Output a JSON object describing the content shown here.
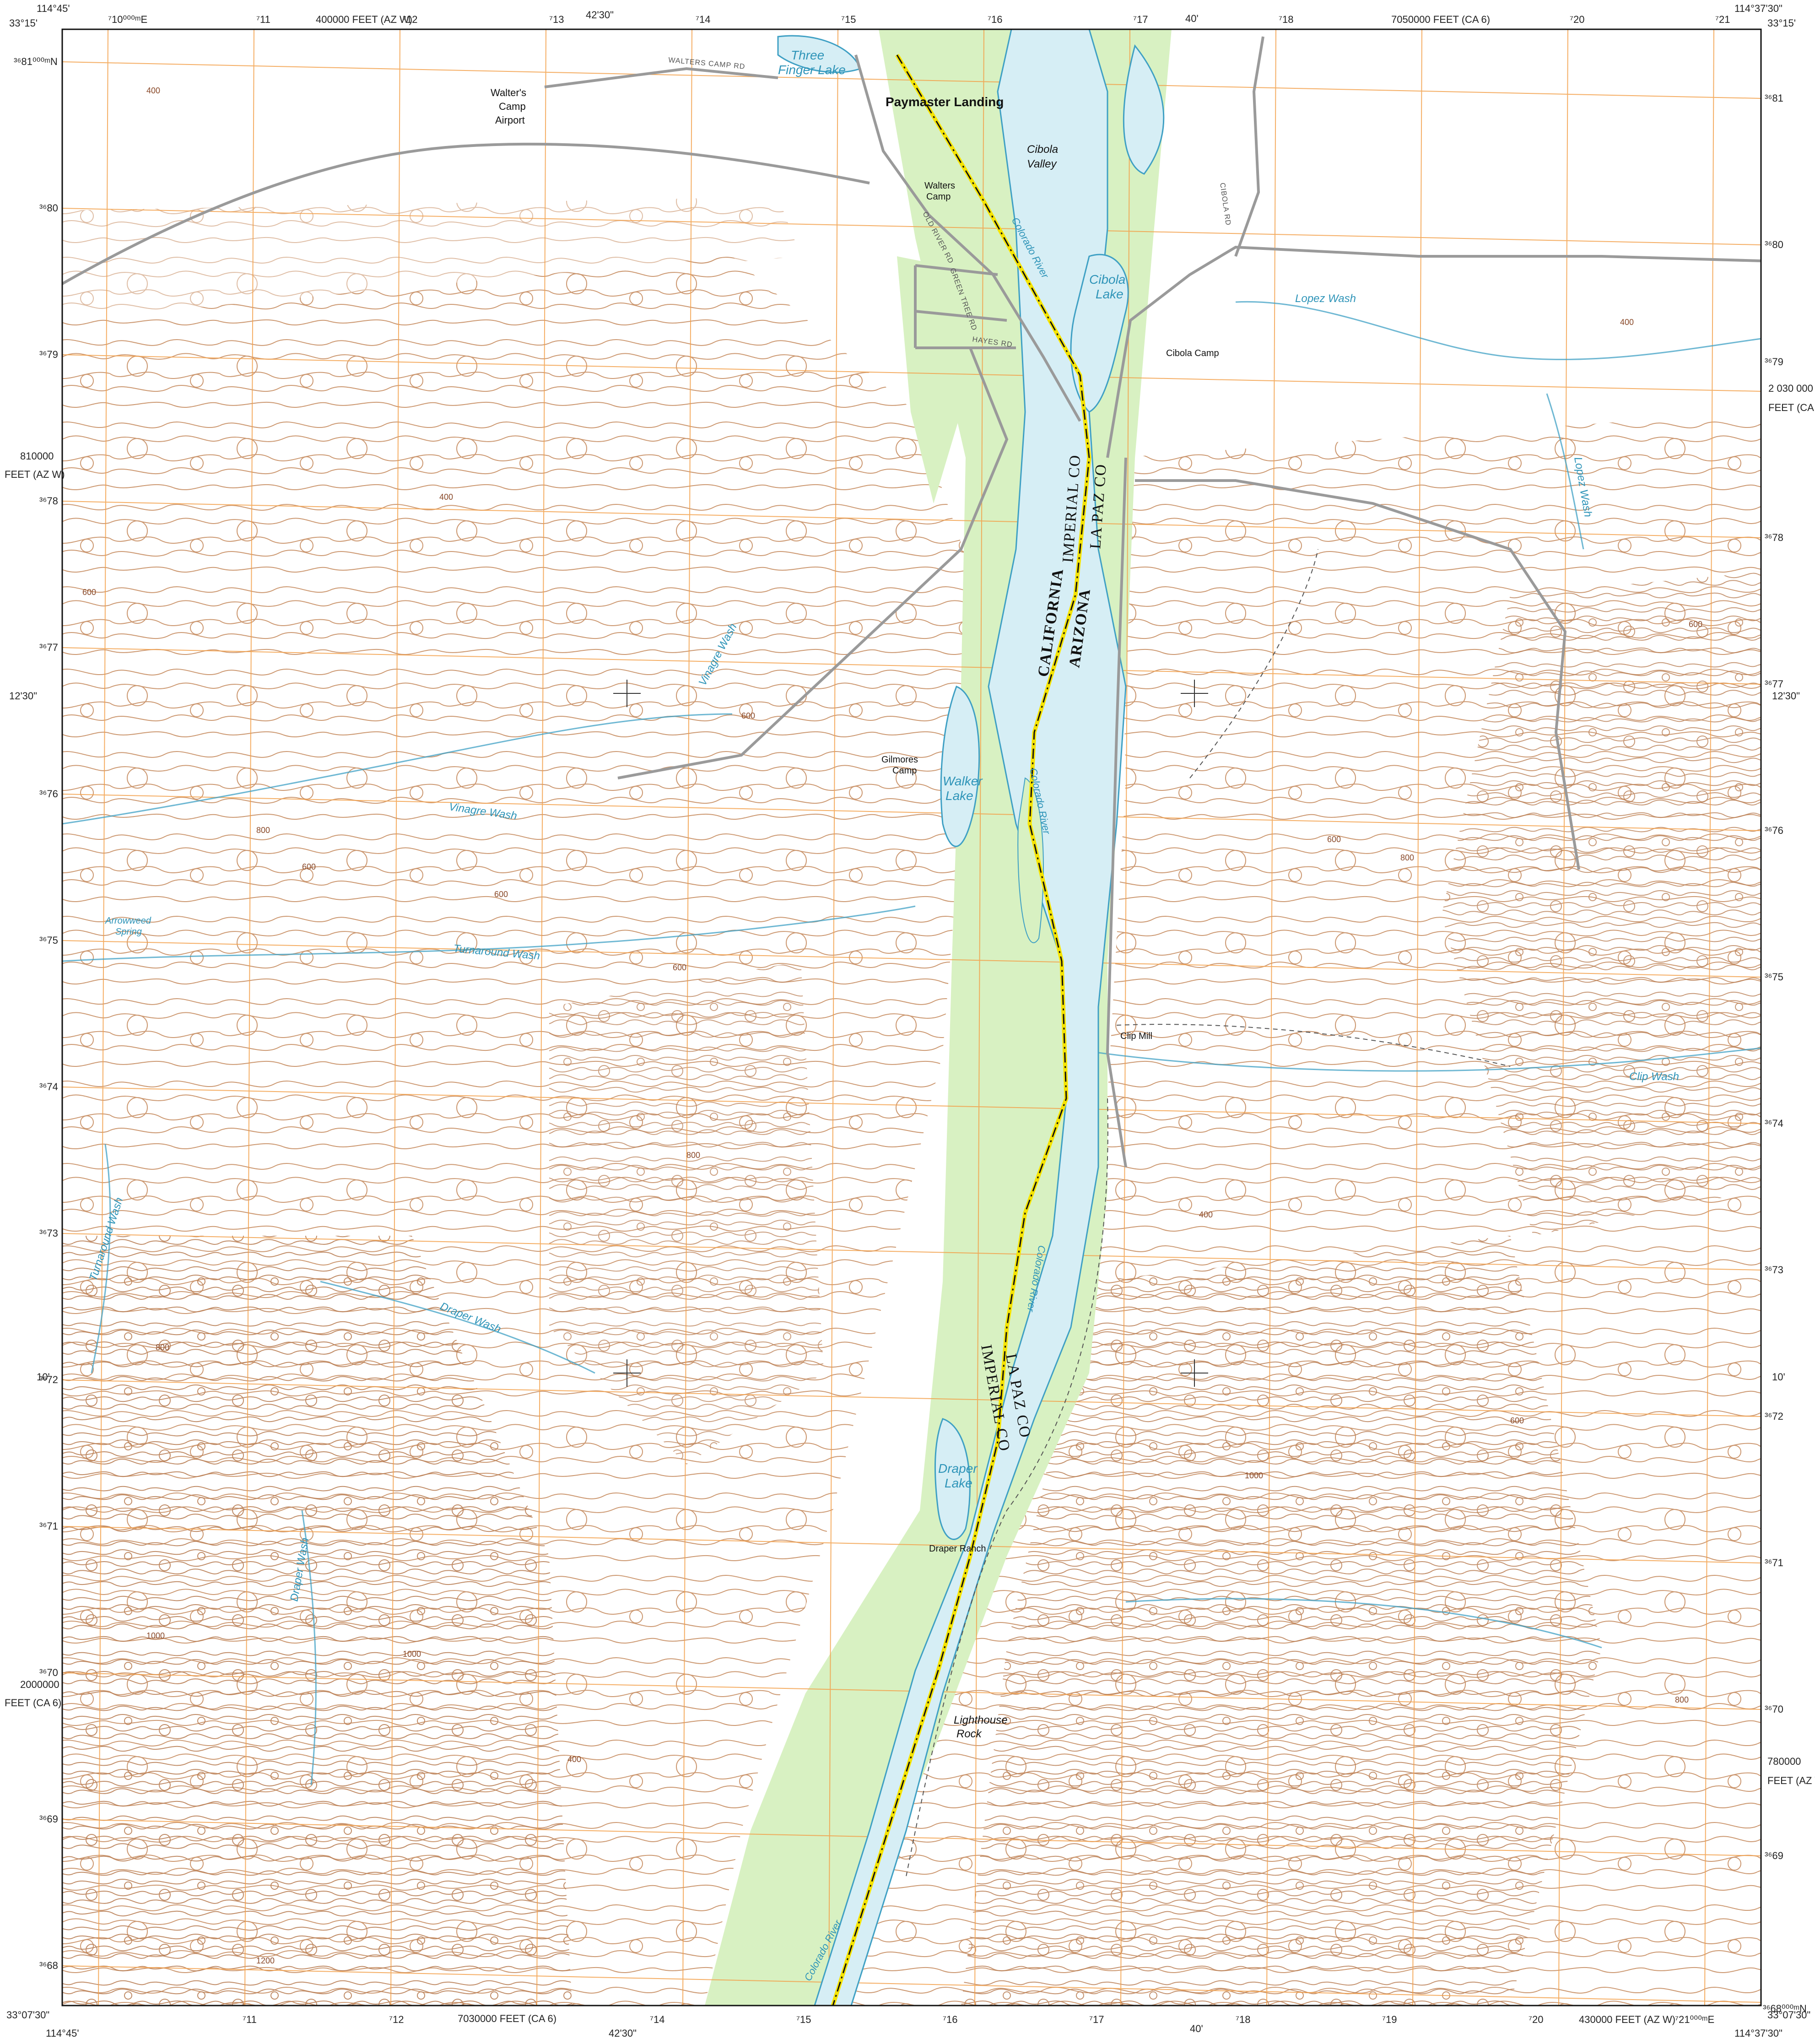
{
  "collar": {
    "corner_nw_lat": "33°15'",
    "corner_nw_lon": "114°45'",
    "corner_ne_lon": "114°37'30\"",
    "corner_ne_lat": "33°15'",
    "corner_sw_lat": "33°07'30\"",
    "corner_sw_lon": "114°45'",
    "corner_se_lat": "33°07'30\"",
    "corner_se_lon": "114°37'30\"",
    "top_mid_lon": "42'30\"",
    "top_40": "40'",
    "bottom_mid_lon": "42'30\"",
    "bottom_40": "40'",
    "left_1230": "12'30\"",
    "left_10": "10'",
    "right_1230": "12'30\"",
    "right_10": "10'",
    "top_utm_first": "⁷10⁰⁰⁰ᵐE",
    "bottom_utm_last": "⁷21⁰⁰⁰ᵐE",
    "left_utm_first": "³⁶81⁰⁰⁰ᵐN",
    "right_utm_last": "³⁶68⁰⁰⁰ᵐN",
    "top_azw": "400000 FEET (AZ W)",
    "top_ca6": "7050000 FEET (CA 6)",
    "bottom_ca6": "7030000 FEET (CA 6)",
    "bottom_azw": "430000 FEET (AZ W)",
    "left_azw_num": "810000",
    "left_azw_unit": "FEET (AZ W)",
    "left_ca6_num": "2000000",
    "left_ca6_unit": "FEET (CA 6)",
    "right_ca6_num": "2 030 000",
    "right_ca6_unit": "FEET (CA 6)",
    "right_azw_num": "780000",
    "right_azw_unit": "FEET (AZ W)",
    "easting_labels": [
      "⁷11",
      "⁷12",
      "⁷13",
      "⁷14",
      "⁷15",
      "⁷16",
      "⁷17",
      "⁷18",
      "⁷19",
      "⁷20",
      "⁷21"
    ],
    "northing_left": [
      "³⁶80",
      "³⁶79",
      "³⁶78",
      "³⁶77",
      "³⁶76",
      "³⁶75",
      "³⁶74",
      "³⁶73",
      "³⁶72",
      "³⁶71",
      "³⁶70",
      "³⁶69",
      "³⁶68"
    ],
    "northing_right": [
      "³⁶81",
      "³⁶80",
      "³⁶79",
      "³⁶78",
      "³⁶77",
      "³⁶76",
      "³⁶75",
      "³⁶74",
      "³⁶73",
      "³⁶72",
      "³⁶71",
      "³⁶70",
      "³⁶69"
    ]
  },
  "places": {
    "paymaster": "Paymaster Landing",
    "walters_camp_airport_1": "Walter's",
    "walters_camp_airport_2": "Camp",
    "walters_camp_airport_3": "Airport",
    "walters_camp_1": "Walters",
    "walters_camp_2": "Camp",
    "cibola_valley_1": "Cibola",
    "cibola_valley_2": "Valley",
    "cibola_camp": "Cibola Camp",
    "gilmores_1": "Gilmores",
    "gilmores_2": "Camp",
    "clip_mill": "Clip Mill",
    "draper_ranch": "Draper Ranch",
    "lighthouse_1": "Lighthouse",
    "lighthouse_2": "Rock"
  },
  "water": {
    "three_finger_1": "Three",
    "three_finger_2": "Finger Lake",
    "cibola_lake_1": "Cibola",
    "cibola_lake_2": "Lake",
    "walker_1": "Walker",
    "walker_2": "Lake",
    "draper_1": "Draper",
    "draper_2": "Lake",
    "lopez_wash": "Lopez Wash",
    "lopez_wash_v": "Lopez Wash",
    "vinagre_wash": "Vinagre Wash",
    "vinagre_wash_2": "Vinagre Wash",
    "arrowweed_1": "Arrowweed",
    "arrowweed_2": "Spring",
    "turnaround_wash": "Turnaround Wash",
    "turnaround_wash_v": "Turnaround Wash",
    "draper_wash": "Draper Wash",
    "draper_wash_v": "Draper Wash",
    "clip_wash": "Clip Wash",
    "colorado_river_1": "Colorado River",
    "colorado_river_2": "Colorado River",
    "colorado_river_3": "Colorado River",
    "colorado_river_4": "Colorado River"
  },
  "roads": {
    "walters_camp_rd": "WALTERS CAMP RD",
    "old_river_rd": "OLD RIVER RD",
    "green_tree_rd": "GREEN TREE RD",
    "hayes_rd": "HAYES RD",
    "cibola_rd": "CIBOLA RD"
  },
  "boundary": {
    "imperial_co": "IMPERIAL CO",
    "la_paz_co": "LA PAZ CO",
    "california": "CALIFORNIA",
    "arizona": "ARIZONA",
    "la_paz_co_2": "LA PAZ CO",
    "imperial_co_2": "IMPERIAL CO"
  },
  "contours": [
    "400",
    "400",
    "400",
    "600",
    "600",
    "600",
    "600",
    "800",
    "800",
    "1000",
    "1000",
    "1200",
    "400",
    "600",
    "800",
    "600",
    "800",
    "1000",
    "600",
    "400",
    "600",
    "800"
  ],
  "colors": {
    "vegetation": "#d8f1c2",
    "water": "#d6eef5",
    "water_line": "#3fa0c4",
    "contour": "#c9936a",
    "grid": "#f3a04a",
    "road": "#9a9a9a",
    "boundary_fill": "#f6e400"
  }
}
